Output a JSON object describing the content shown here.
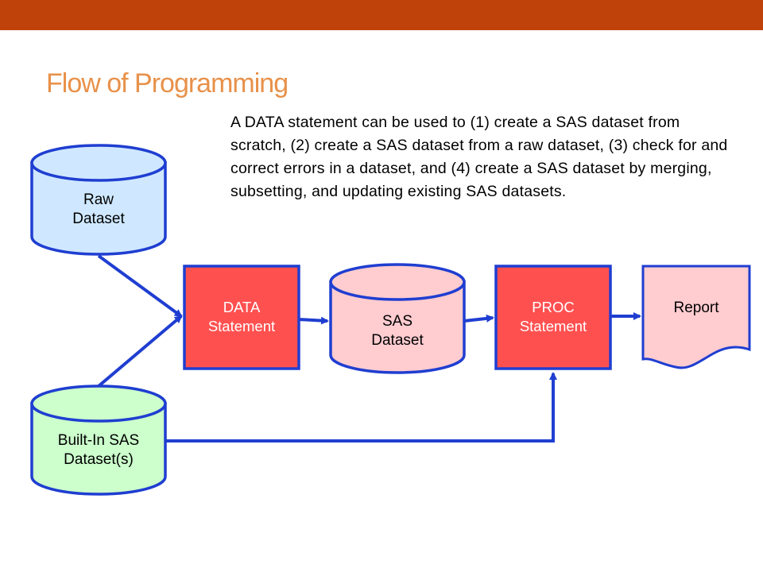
{
  "colors": {
    "top_bar": "#c0420b",
    "title": "#e8914a",
    "connector": "#1f3ed1",
    "raw_fill": "#cfe8ff",
    "builtin_fill": "#ccffcc",
    "statement_fill": "#ff5050",
    "sas_fill": "#ffccd0",
    "report_fill": "#ffccd0"
  },
  "slide": {
    "title": "Flow of Programming",
    "description": "A DATA statement can be used to (1) create a SAS dataset from scratch, (2) create a SAS dataset from a raw dataset, (3) check for and correct errors in a dataset, and (4) create a SAS dataset by merging, subsetting, and updating existing SAS datasets."
  },
  "nodes": {
    "raw_dataset": "Raw\nDataset",
    "builtin_dataset": "Built-In SAS\nDataset(s)",
    "data_statement": "DATA\nStatement",
    "sas_dataset": "SAS\nDataset",
    "proc_statement": "PROC\nStatement",
    "report": "Report"
  }
}
